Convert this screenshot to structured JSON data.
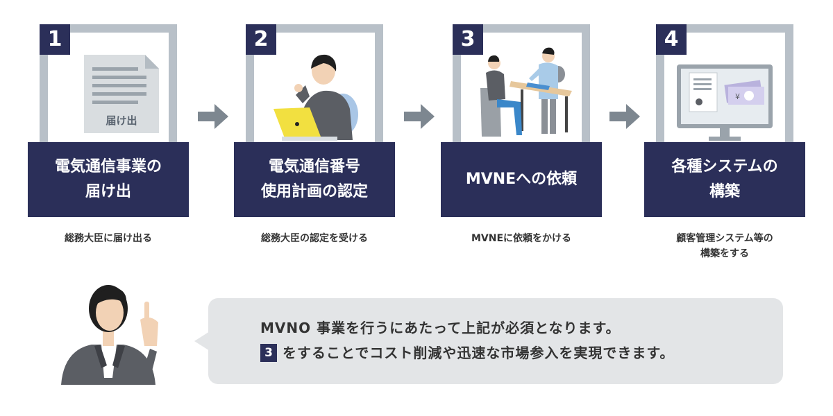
{
  "steps": [
    {
      "number": "1",
      "title_line1": "電気通信事業の",
      "title_line2": "届け出",
      "description": "総務大臣に届け出る",
      "illustration_label": "届け出",
      "icon": "document-icon"
    },
    {
      "number": "2",
      "title_line1": "電気通信番号",
      "title_line2": "使用計画の認定",
      "description": "総務大臣の認定を受ける",
      "icon": "person-laptop-icon"
    },
    {
      "number": "3",
      "title_line1": "MVNEへの依頼",
      "title_line2": "",
      "description": "MVNEに依頼をかける",
      "icon": "meeting-icon"
    },
    {
      "number": "4",
      "title_line1": "各種システムの",
      "title_line2": "構築",
      "description": "顧客管理システム等の\n構築をする",
      "icon": "monitor-system-icon"
    }
  ],
  "note": {
    "line1": "MVNO 事業を行うにあたって上記が必須となります。",
    "line2_badge": "3",
    "line2_text": "をすることでコスト削減や迅速な市場参入を実現できます。"
  },
  "colors": {
    "navy": "#2b2f59",
    "frame_gray": "#b8c0c8",
    "arrow_gray": "#7d8790",
    "bubble_bg": "#e3e5e7"
  }
}
